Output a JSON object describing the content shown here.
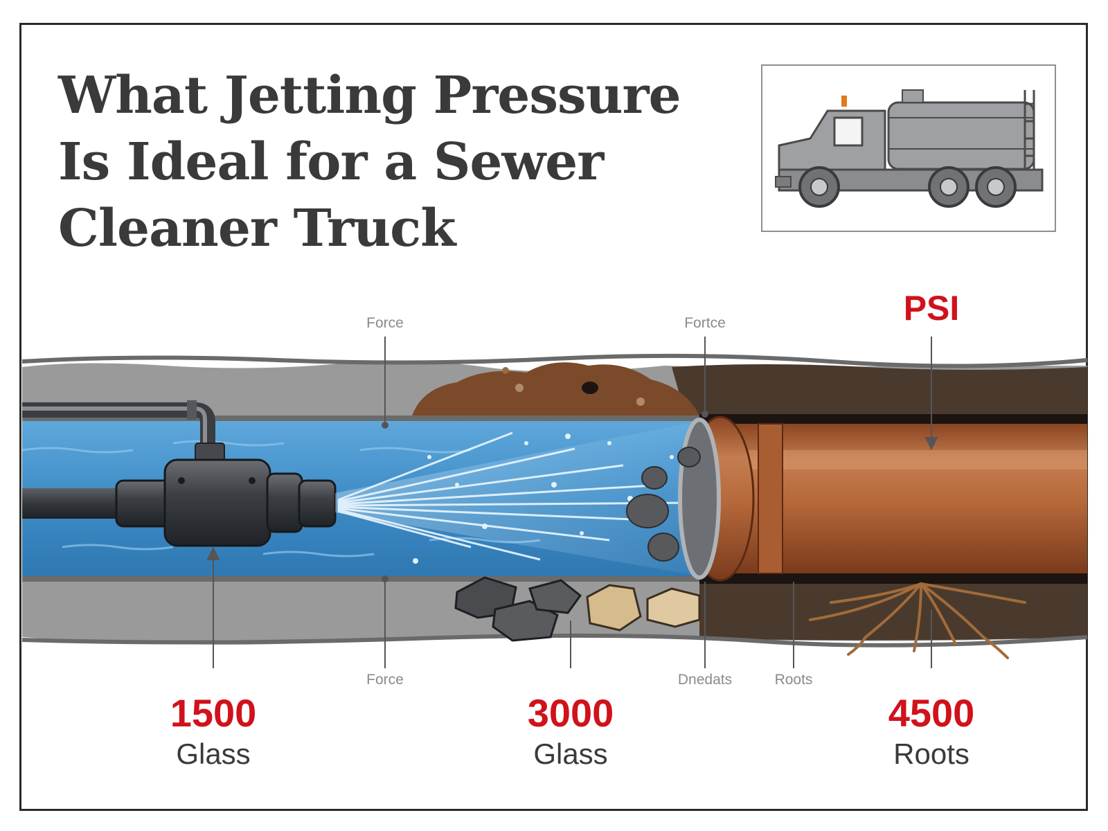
{
  "title": {
    "line1": "What Jetting Pressure",
    "line2": "Is Ideal for a Sewer",
    "line3": "Cleaner Truck"
  },
  "labels": {
    "force_top_left": "Force",
    "force_top_right": "Fortce",
    "psi": "PSI",
    "force_bottom": "Force",
    "debris_bottom": "Dnedats",
    "roots_bottom": "Roots"
  },
  "pressures": [
    {
      "value": "1500",
      "target": "Glass"
    },
    {
      "value": "3000",
      "target": "Glass"
    },
    {
      "value": "4500",
      "target": "Roots"
    }
  ],
  "colors": {
    "accent": "#d0121b",
    "water": "#3e8cc6",
    "pipe": "#b86a3c",
    "soil": "#4a3a2e",
    "concrete": "#8c8c8c"
  },
  "icons": {
    "truck": "sewer-truck-icon",
    "nozzle": "jetting-nozzle-icon"
  }
}
